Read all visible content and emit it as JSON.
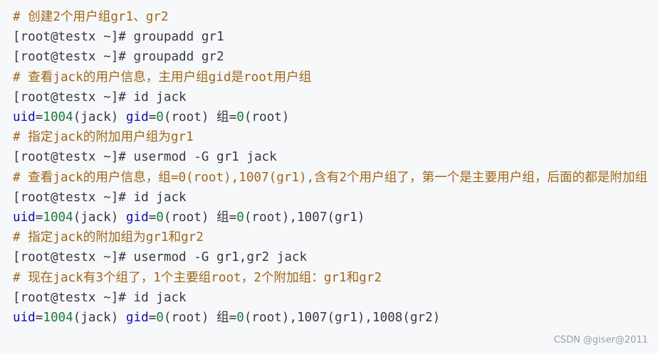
{
  "lines": [
    {
      "type": "comment",
      "text": "# 创建2个用户组gr1、gr2"
    },
    {
      "type": "cmd",
      "text": "[root@testx ~]# groupadd gr1"
    },
    {
      "type": "cmd",
      "text": "[root@testx ~]# groupadd gr2"
    },
    {
      "type": "comment",
      "text": "# 查看jack的用户信息，主用户组gid是root用户组"
    },
    {
      "type": "cmd",
      "text": "[root@testx ~]# id jack"
    },
    {
      "type": "output",
      "segments": [
        {
          "cls": "kw",
          "text": "uid"
        },
        {
          "cls": "",
          "text": "="
        },
        {
          "cls": "num",
          "text": "1004"
        },
        {
          "cls": "",
          "text": "(jack) "
        },
        {
          "cls": "kw",
          "text": "gid"
        },
        {
          "cls": "",
          "text": "="
        },
        {
          "cls": "num",
          "text": "0"
        },
        {
          "cls": "",
          "text": "(root) 组="
        },
        {
          "cls": "num",
          "text": "0"
        },
        {
          "cls": "",
          "text": "(root)"
        }
      ]
    },
    {
      "type": "comment",
      "text": "# 指定jack的附加用户组为gr1"
    },
    {
      "type": "cmd",
      "text": "[root@testx ~]# usermod -G gr1 jack"
    },
    {
      "type": "comment",
      "text": "# 查看jack的用户信息，组=0(root),1007(gr1),含有2个用户组了，第一个是主要用户组，后面的都是附加组"
    },
    {
      "type": "cmd",
      "text": "[root@testx ~]# id jack"
    },
    {
      "type": "output",
      "segments": [
        {
          "cls": "kw",
          "text": "uid"
        },
        {
          "cls": "",
          "text": "="
        },
        {
          "cls": "num",
          "text": "1004"
        },
        {
          "cls": "",
          "text": "(jack) "
        },
        {
          "cls": "kw",
          "text": "gid"
        },
        {
          "cls": "",
          "text": "="
        },
        {
          "cls": "num",
          "text": "0"
        },
        {
          "cls": "",
          "text": "(root) 组="
        },
        {
          "cls": "num",
          "text": "0"
        },
        {
          "cls": "",
          "text": "(root),1007(gr1)"
        }
      ]
    },
    {
      "type": "comment",
      "text": "# 指定jack的附加组为gr1和gr2"
    },
    {
      "type": "cmd",
      "text": "[root@testx ~]# usermod -G gr1,gr2 jack"
    },
    {
      "type": "comment",
      "text": "# 现在jack有3个组了，1个主要组root，2个附加组：gr1和gr2"
    },
    {
      "type": "cmd",
      "text": "[root@testx ~]# id jack"
    },
    {
      "type": "output",
      "segments": [
        {
          "cls": "kw",
          "text": "uid"
        },
        {
          "cls": "",
          "text": "="
        },
        {
          "cls": "num",
          "text": "1004"
        },
        {
          "cls": "",
          "text": "(jack) "
        },
        {
          "cls": "kw",
          "text": "gid"
        },
        {
          "cls": "",
          "text": "="
        },
        {
          "cls": "num",
          "text": "0"
        },
        {
          "cls": "",
          "text": "(root) 组="
        },
        {
          "cls": "num",
          "text": "0"
        },
        {
          "cls": "",
          "text": "(root),1007(gr1),1008(gr2)"
        }
      ]
    }
  ],
  "watermark": "CSDN @giser@2011",
  "colors": {
    "background": "#f6f8fa",
    "comment": "#a0681a",
    "keyword": "#1a0dab",
    "number": "#1d7a3e",
    "text": "#383a42"
  }
}
